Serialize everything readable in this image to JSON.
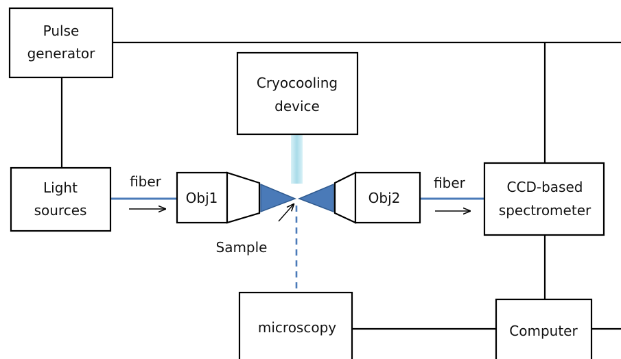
{
  "boxes": {
    "pulse_generator": [
      "Pulse",
      "generator"
    ],
    "cryocooling_device": [
      "Cryocooling",
      "device"
    ],
    "light_sources": [
      "Light",
      "sources"
    ],
    "objective_1": "Obj1",
    "objective_2": "Obj2",
    "spectrometer": [
      "CCD-based",
      "spectrometer"
    ],
    "microscopy": "microscopy",
    "computer": "Computer"
  },
  "labels": {
    "fiber_left": "fiber",
    "fiber_right": "fiber",
    "sample": "Sample"
  },
  "colors": {
    "fiber": "#4a7ab8",
    "objective_tip": "#4a7ab8",
    "cooling_beam": "#bfe6f0"
  }
}
